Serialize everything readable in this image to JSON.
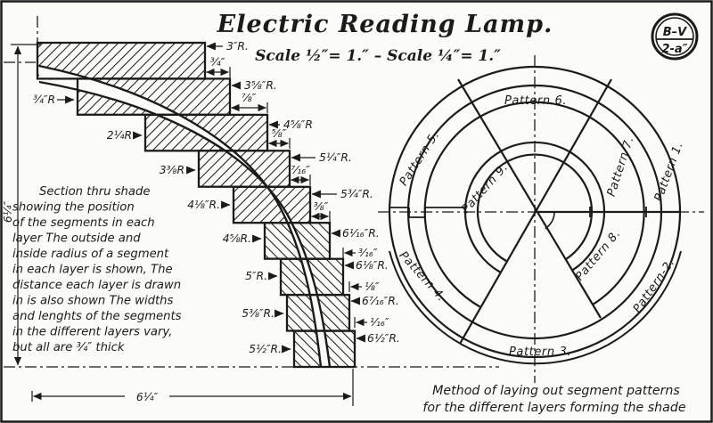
{
  "title": "Electric Reading Lamp.",
  "scale_note": "Scale ½″= 1.″  –  Scale ¼″= 1.″",
  "badge": {
    "top": "B–V",
    "bottom": "2-a″"
  },
  "section": {
    "note_lines": [
      "Section thru shade",
      "showing the position",
      "of the segments in each",
      "layer The outside and",
      "inside radius of a segment",
      "in each layer is shown, The",
      "distance each layer is drawn",
      "in is also shown  The widths",
      "and lenghts of the segments",
      "in the different layers vary,",
      "but all are ¾″ thick"
    ],
    "height_dim": "6¼″",
    "width_dim": "6¼″",
    "radii_left": [
      "¾″R",
      "2¼R",
      "3⅜R",
      "4⅛″R.",
      "4⅝R.",
      "5″R.",
      "5⅜″R.",
      "5½″R."
    ],
    "radii_right": [
      "3″R.",
      "3⅝″R.",
      "4⅝″R",
      "5¼″R.",
      "5¾″R.",
      "6¹⁄₁₆″R.",
      "6⅛″R.",
      "6⁷⁄₁₆″R.",
      "6½″R."
    ],
    "insets": [
      "¾″",
      "⅞″",
      "⅝″",
      "⁷⁄₁₆″",
      "⅜″",
      "³⁄₁₆″",
      "⅛″",
      "¹⁄₁₆″"
    ]
  },
  "pattern_diagram": {
    "patterns": [
      "Pattern 6.",
      "Pattern 5.",
      "Pattern 9.",
      "Pattern 7.",
      "Pattern 1.",
      "Pattern 8.",
      "Pattern-2.",
      "Pattern 4.",
      "Pattern 3."
    ],
    "caption_lines": [
      "Method of laying out segment patterns",
      "for the different layers forming the shade"
    ]
  }
}
